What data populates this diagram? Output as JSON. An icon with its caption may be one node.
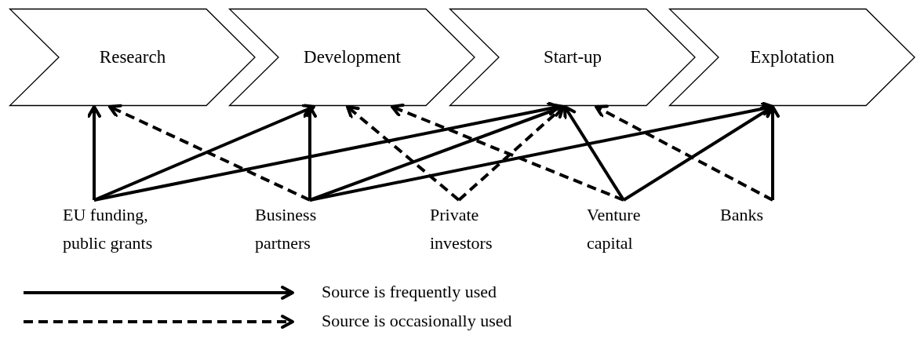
{
  "diagram": {
    "nodes": [
      {
        "text": [
          "Research"
        ]
      },
      {
        "text": [
          "Development"
        ]
      },
      {
        "text": [
          "Start-up"
        ]
      },
      {
        "text": [
          "Explotation"
        ]
      },
      {
        "text": [
          "EU funding, public grants"
        ]
      },
      {
        "text": [
          "Business partners"
        ]
      },
      {
        "text": [
          "Private investors"
        ]
      },
      {
        "text": [
          "Venture capital"
        ]
      },
      {
        "text": [
          "Banks"
        ]
      }
    ],
    "edges": [
      {
        "from": 4,
        "to": 0,
        "arrow": "to"
      },
      {
        "from": 4,
        "to": 1,
        "arrow": "to"
      },
      {
        "from": 4,
        "to": 2,
        "arrow": "to"
      },
      {
        "from": 5,
        "to": 0,
        "arrow": "to",
        "style": "dashed"
      },
      {
        "from": 5,
        "to": 1,
        "arrow": "to"
      },
      {
        "from": 5,
        "to": 2,
        "arrow": "to"
      },
      {
        "from": 5,
        "to": 3,
        "arrow": "to"
      },
      {
        "from": 6,
        "to": 1,
        "arrow": "to",
        "style": "dashed"
      },
      {
        "from": 6,
        "to": 2,
        "arrow": "to",
        "style": "dashed"
      },
      {
        "from": 7,
        "to": 1,
        "arrow": "to",
        "style": "dashed"
      },
      {
        "from": 7,
        "to": 2,
        "arrow": "to"
      },
      {
        "from": 7,
        "to": 3,
        "arrow": "to"
      },
      {
        "from": 8,
        "to": 2,
        "arrow": "to",
        "style": "dashed"
      },
      {
        "from": 8,
        "to": 3,
        "arrow": "to"
      }
    ],
    "legend": [
      {
        "text": "Source is frequently used"
      },
      {
        "text": "Source is occasionally used"
      }
    ]
  }
}
